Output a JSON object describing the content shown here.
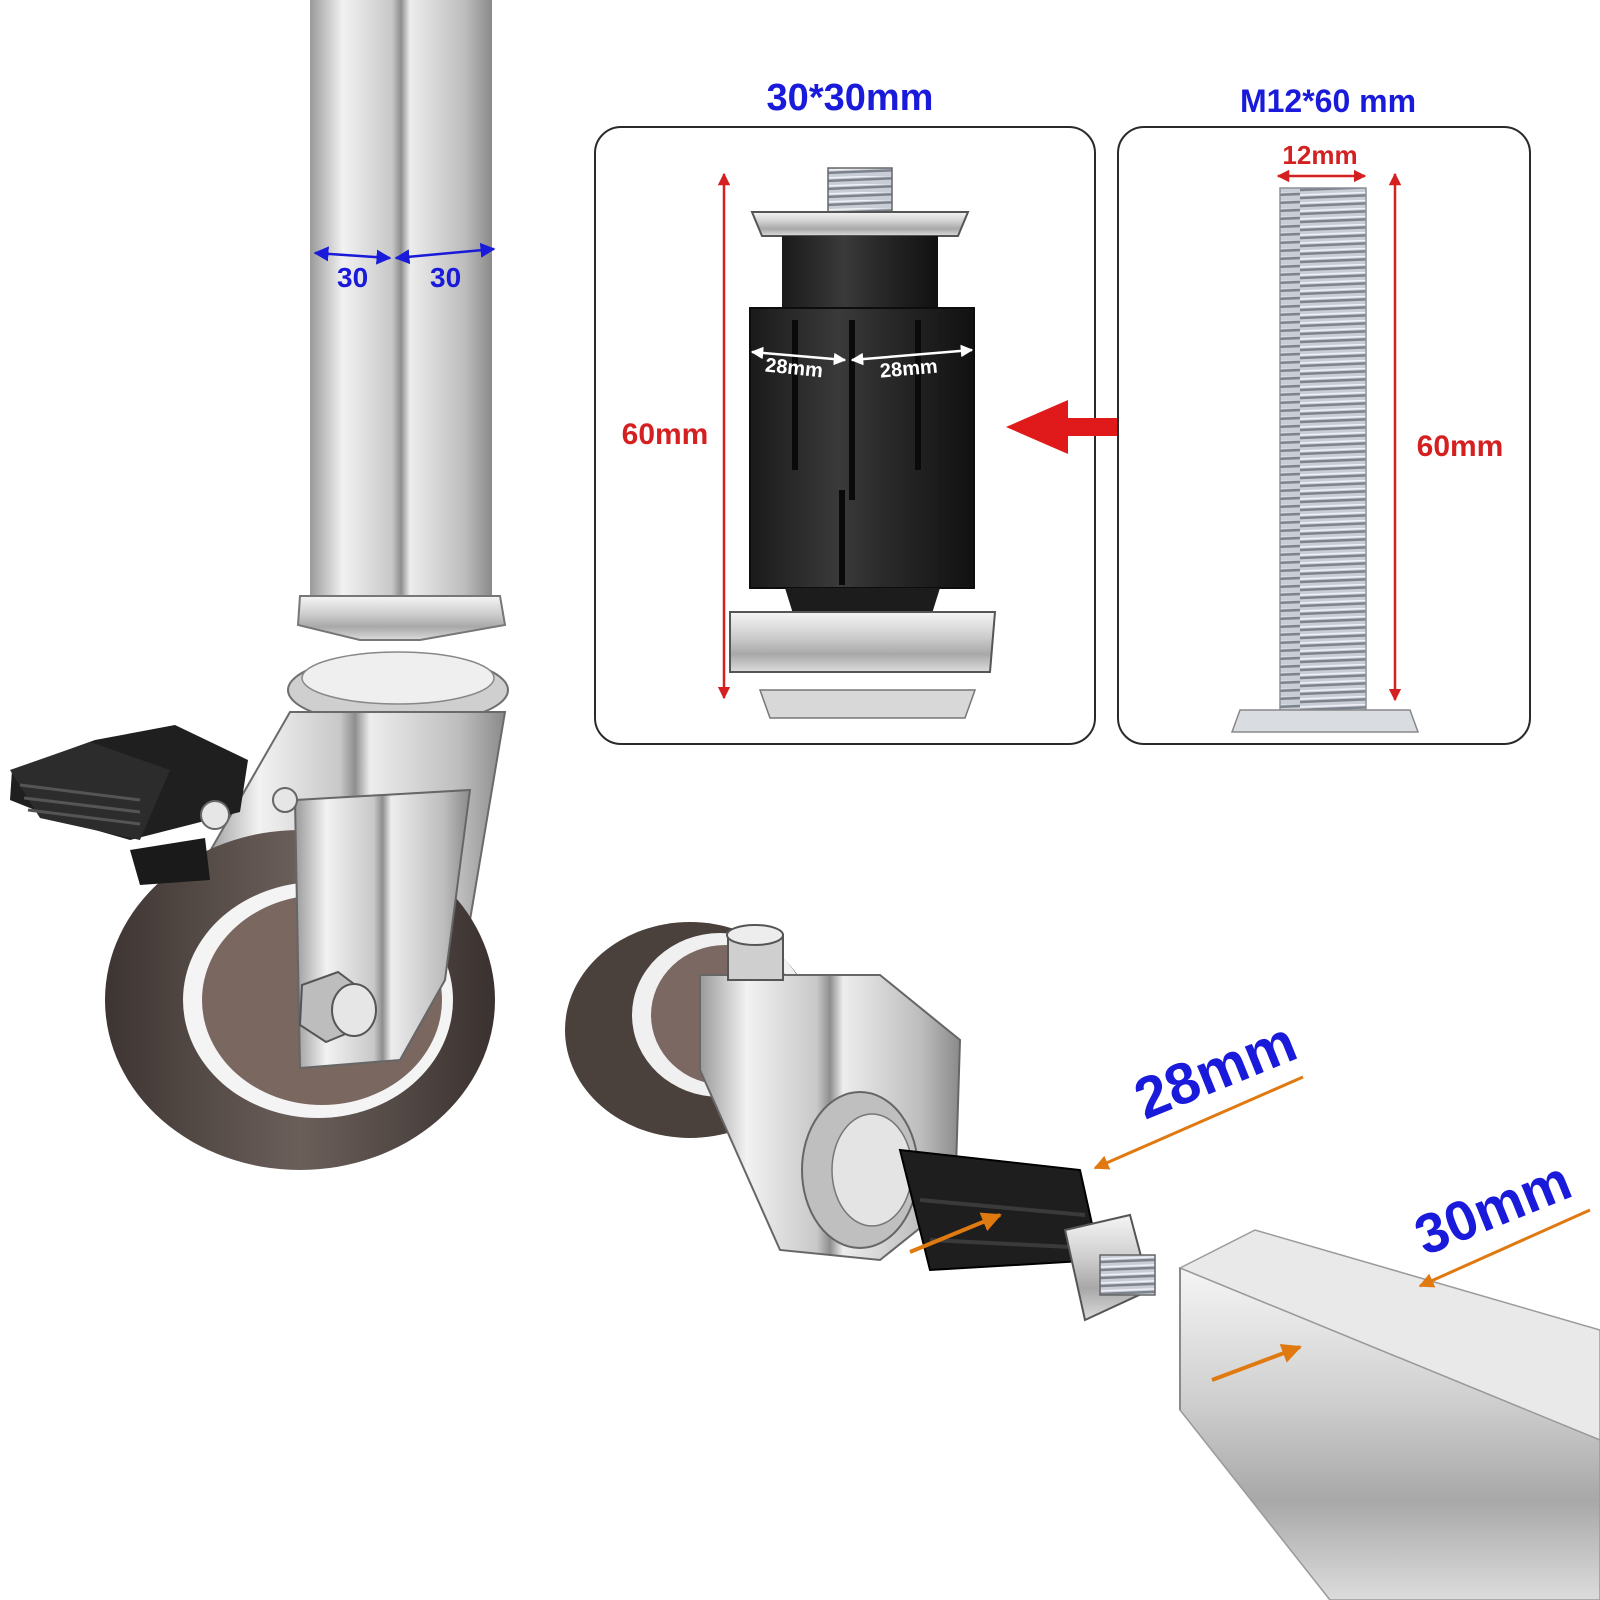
{
  "square_tube": {
    "width_left": "30",
    "width_right": "30"
  },
  "insert_panel": {
    "title": "30*30mm",
    "height": "60mm",
    "width_left": "28mm",
    "width_right": "28mm"
  },
  "bolt_panel": {
    "title": "M12*60 mm",
    "diameter": "12mm",
    "length": "60mm"
  },
  "assembly": {
    "insert_size": "28mm",
    "tube_size": "30mm"
  },
  "colors": {
    "dimension_blue": "#1a1adb",
    "dimension_red": "#d42020",
    "arrow_red": "#e01a1a",
    "arrow_orange": "#e07a10"
  }
}
